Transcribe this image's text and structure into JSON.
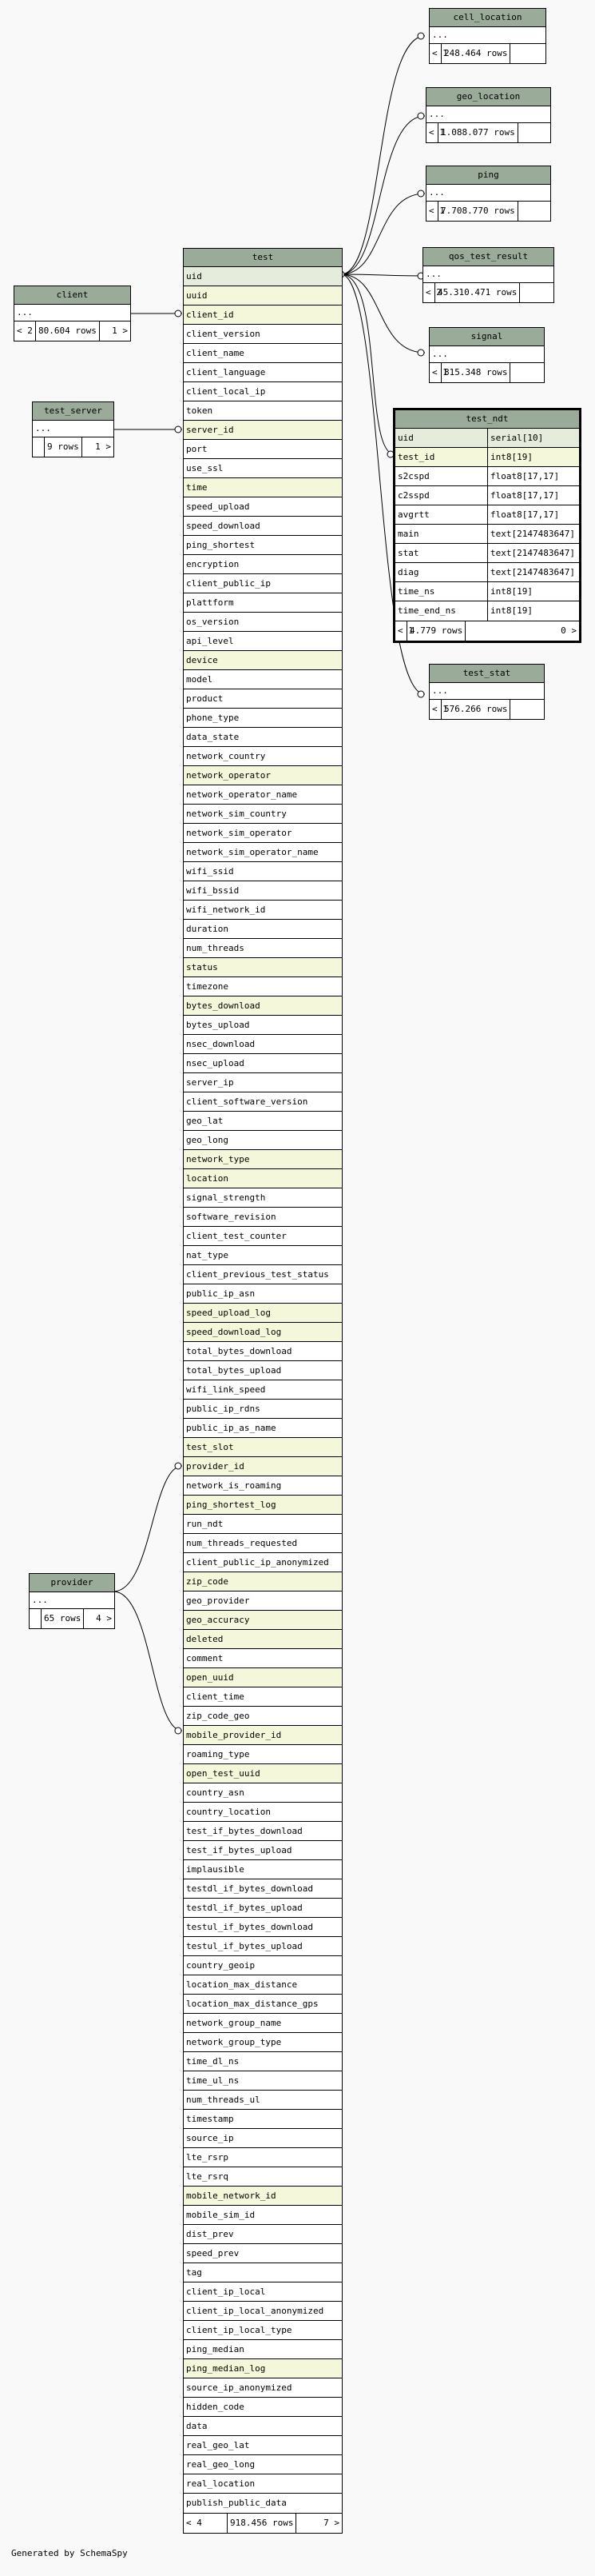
{
  "diagram": {
    "test": {
      "title": "test",
      "columns": [
        "uid",
        "uuid",
        "client_id",
        "client_version",
        "client_name",
        "client_language",
        "client_local_ip",
        "token",
        "server_id",
        "port",
        "use_ssl",
        "time",
        "speed_upload",
        "speed_download",
        "ping_shortest",
        "encryption",
        "client_public_ip",
        "plattform",
        "os_version",
        "api_level",
        "device",
        "model",
        "product",
        "phone_type",
        "data_state",
        "network_country",
        "network_operator",
        "network_operator_name",
        "network_sim_country",
        "network_sim_operator",
        "network_sim_operator_name",
        "wifi_ssid",
        "wifi_bssid",
        "wifi_network_id",
        "duration",
        "num_threads",
        "status",
        "timezone",
        "bytes_download",
        "bytes_upload",
        "nsec_download",
        "nsec_upload",
        "server_ip",
        "client_software_version",
        "geo_lat",
        "geo_long",
        "network_type",
        "location",
        "signal_strength",
        "software_revision",
        "client_test_counter",
        "nat_type",
        "client_previous_test_status",
        "public_ip_asn",
        "speed_upload_log",
        "speed_download_log",
        "total_bytes_download",
        "total_bytes_upload",
        "wifi_link_speed",
        "public_ip_rdns",
        "public_ip_as_name",
        "test_slot",
        "provider_id",
        "network_is_roaming",
        "ping_shortest_log",
        "run_ndt",
        "num_threads_requested",
        "client_public_ip_anonymized",
        "zip_code",
        "geo_provider",
        "geo_accuracy",
        "deleted",
        "comment",
        "open_uuid",
        "client_time",
        "zip_code_geo",
        "mobile_provider_id",
        "roaming_type",
        "open_test_uuid",
        "country_asn",
        "country_location",
        "test_if_bytes_download",
        "test_if_bytes_upload",
        "implausible",
        "testdl_if_bytes_download",
        "testdl_if_bytes_upload",
        "testul_if_bytes_download",
        "testul_if_bytes_upload",
        "country_geoip",
        "location_max_distance",
        "location_max_distance_gps",
        "network_group_name",
        "network_group_type",
        "time_dl_ns",
        "time_ul_ns",
        "num_threads_ul",
        "timestamp",
        "source_ip",
        "lte_rsrp",
        "lte_rsrq",
        "mobile_network_id",
        "mobile_sim_id",
        "dist_prev",
        "speed_prev",
        "tag",
        "client_ip_local",
        "client_ip_local_anonymized",
        "client_ip_local_type",
        "ping_median",
        "ping_median_log",
        "source_ip_anonymized",
        "hidden_code",
        "data",
        "real_geo_lat",
        "real_geo_long",
        "real_location",
        "publish_public_data"
      ],
      "highlighted": [
        "uuid",
        "client_id",
        "server_id",
        "time",
        "device",
        "network_operator",
        "status",
        "bytes_download",
        "network_type",
        "location",
        "speed_upload_log",
        "speed_download_log",
        "test_slot",
        "provider_id",
        "ping_shortest_log",
        "zip_code",
        "geo_accuracy",
        "deleted",
        "open_uuid",
        "mobile_provider_id",
        "open_test_uuid",
        "mobile_network_id",
        "ping_median_log"
      ],
      "footer_left": "< 4",
      "footer_count": "918.456 rows",
      "footer_right": "7 >"
    },
    "client": {
      "title": "client",
      "ellipsis": "...",
      "footer_left": "< 2",
      "footer_count": "80.604 rows",
      "footer_right": "1 >"
    },
    "test_server": {
      "title": "test_server",
      "ellipsis": "...",
      "footer_left": "",
      "footer_count": "9 rows",
      "footer_right": "1 >"
    },
    "provider": {
      "title": "provider",
      "ellipsis": "...",
      "footer_left": "",
      "footer_count": "65 rows",
      "footer_right": "4 >"
    },
    "cell_location": {
      "title": "cell_location",
      "ellipsis": "...",
      "footer_left": "< 1",
      "footer_count": "248.464 rows",
      "footer_right": ""
    },
    "geo_location": {
      "title": "geo_location",
      "ellipsis": "...",
      "footer_left": "< 1",
      "footer_count": "1.088.077 rows",
      "footer_right": ""
    },
    "ping": {
      "title": "ping",
      "ellipsis": "...",
      "footer_left": "< 1",
      "footer_count": "7.708.770 rows",
      "footer_right": ""
    },
    "qos_test_result": {
      "title": "qos_test_result",
      "ellipsis": "...",
      "footer_left": "< 2",
      "footer_count": "45.310.471 rows",
      "footer_right": ""
    },
    "signal": {
      "title": "signal",
      "ellipsis": "...",
      "footer_left": "< 1",
      "footer_count": "815.348 rows",
      "footer_right": ""
    },
    "test_stat": {
      "title": "test_stat",
      "ellipsis": "...",
      "footer_left": "< 1",
      "footer_count": "576.266 rows",
      "footer_right": ""
    },
    "test_ndt": {
      "title": "test_ndt",
      "columns": [
        {
          "name": "uid",
          "type": "serial[10]"
        },
        {
          "name": "test_id",
          "type": "int8[19]"
        },
        {
          "name": "s2cspd",
          "type": "float8[17,17]"
        },
        {
          "name": "c2sspd",
          "type": "float8[17,17]"
        },
        {
          "name": "avgrtt",
          "type": "float8[17,17]"
        },
        {
          "name": "main",
          "type": "text[2147483647]"
        },
        {
          "name": "stat",
          "type": "text[2147483647]"
        },
        {
          "name": "diag",
          "type": "text[2147483647]"
        },
        {
          "name": "time_ns",
          "type": "int8[19]"
        },
        {
          "name": "time_end_ns",
          "type": "int8[19]"
        }
      ],
      "footer_left": "< 1",
      "footer_count": "4.779 rows",
      "footer_right": "0 >"
    }
  },
  "caption": "Generated by SchemaSpy",
  "colors": {
    "header": "#9aab99",
    "highlight": "#f4f7da",
    "primary_key": "#e5ecdc",
    "background": "#f9f9f9"
  }
}
